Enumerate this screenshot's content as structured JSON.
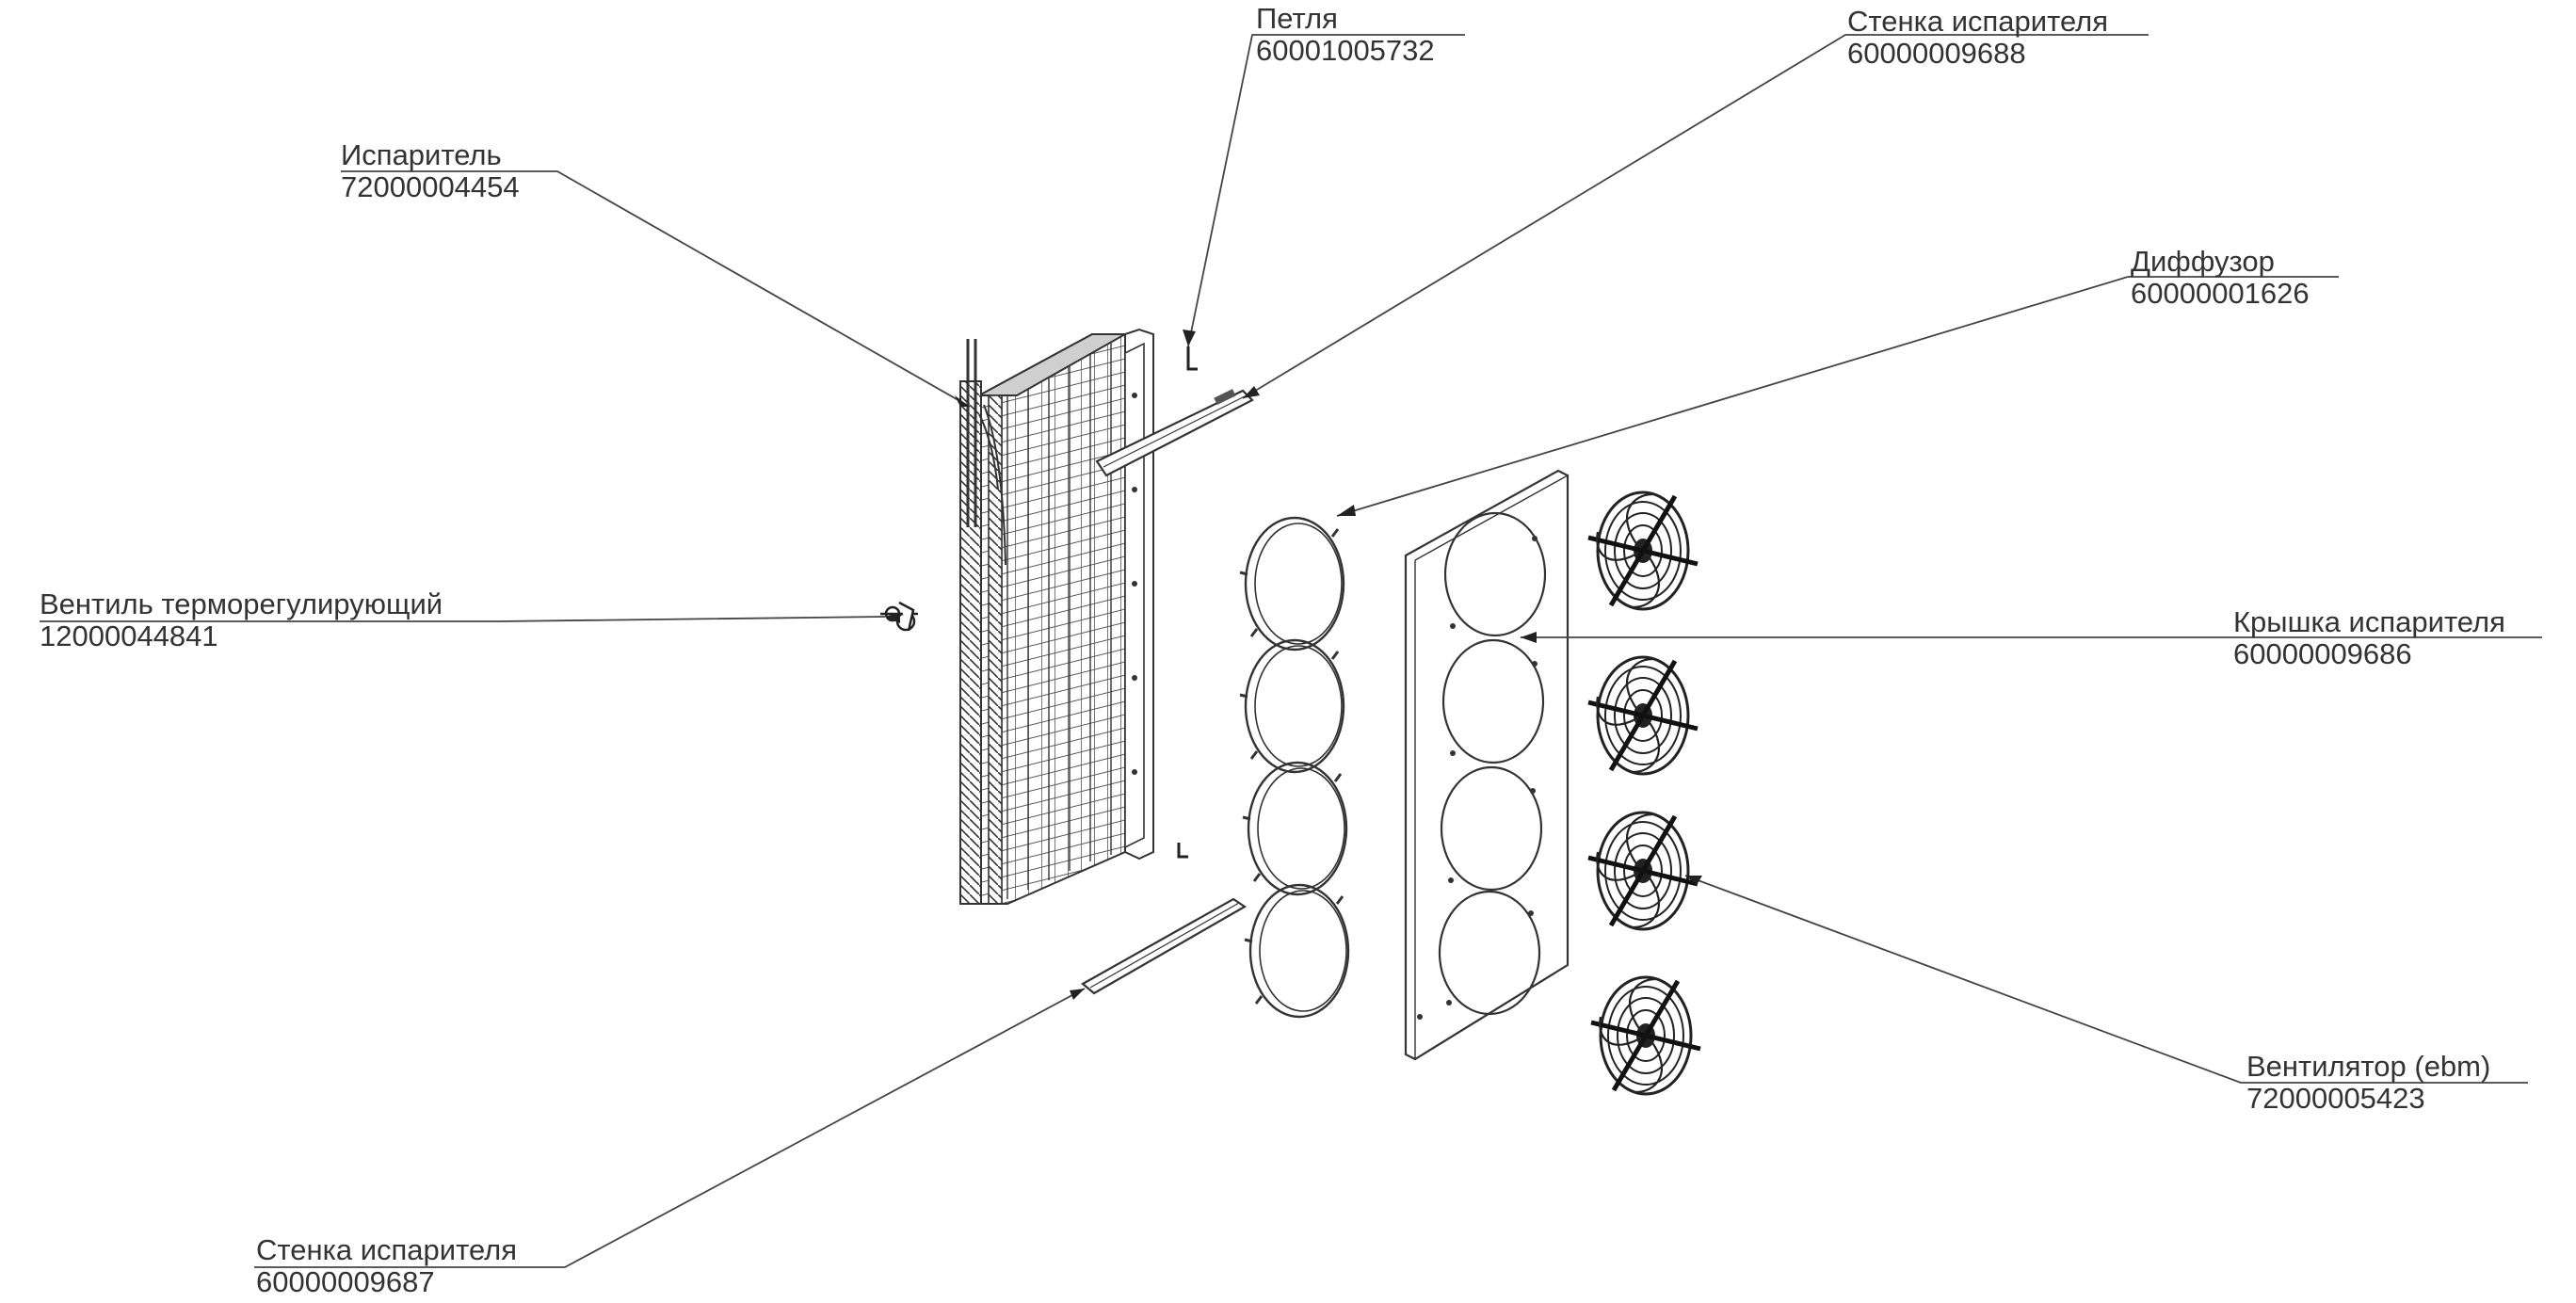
{
  "colors": {
    "line": "#333333",
    "background": "#ffffff"
  },
  "callouts": [
    {
      "id": "petlya",
      "title": "Петля",
      "number": "60001005732"
    },
    {
      "id": "stenka-top",
      "title": "Стенка испарителя",
      "number": "60000009688"
    },
    {
      "id": "isparitel",
      "title": "Испаритель",
      "number": "72000004454"
    },
    {
      "id": "diffuzor",
      "title": "Диффузор",
      "number": "60000001626"
    },
    {
      "id": "ventil",
      "title": "Вентиль терморегулирующий",
      "number": "12000044841"
    },
    {
      "id": "kryshka",
      "title": "Крышка испарителя",
      "number": "60000009686"
    },
    {
      "id": "ventilyator",
      "title": "Вентилятор (ebm)",
      "number": "72000005423"
    },
    {
      "id": "stenka-bottom",
      "title": "Стенка испарителя",
      "number": "60000009687"
    }
  ]
}
